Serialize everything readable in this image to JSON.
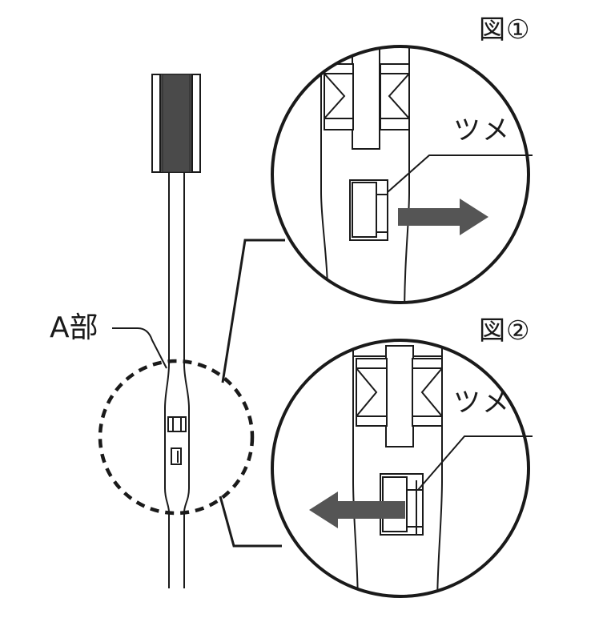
{
  "labels": {
    "fig1": "図①",
    "fig2": "図②",
    "tsume1": "ツメ",
    "tsume2": "ツメ",
    "part_a": "A部"
  },
  "colors": {
    "line": "#1a1a1a",
    "arrow_fill": "#555555",
    "handle_fill": "#4a4a4a",
    "background": "#ffffff"
  },
  "arrows": {
    "fig1_direction": "right",
    "fig2_direction": "left"
  }
}
